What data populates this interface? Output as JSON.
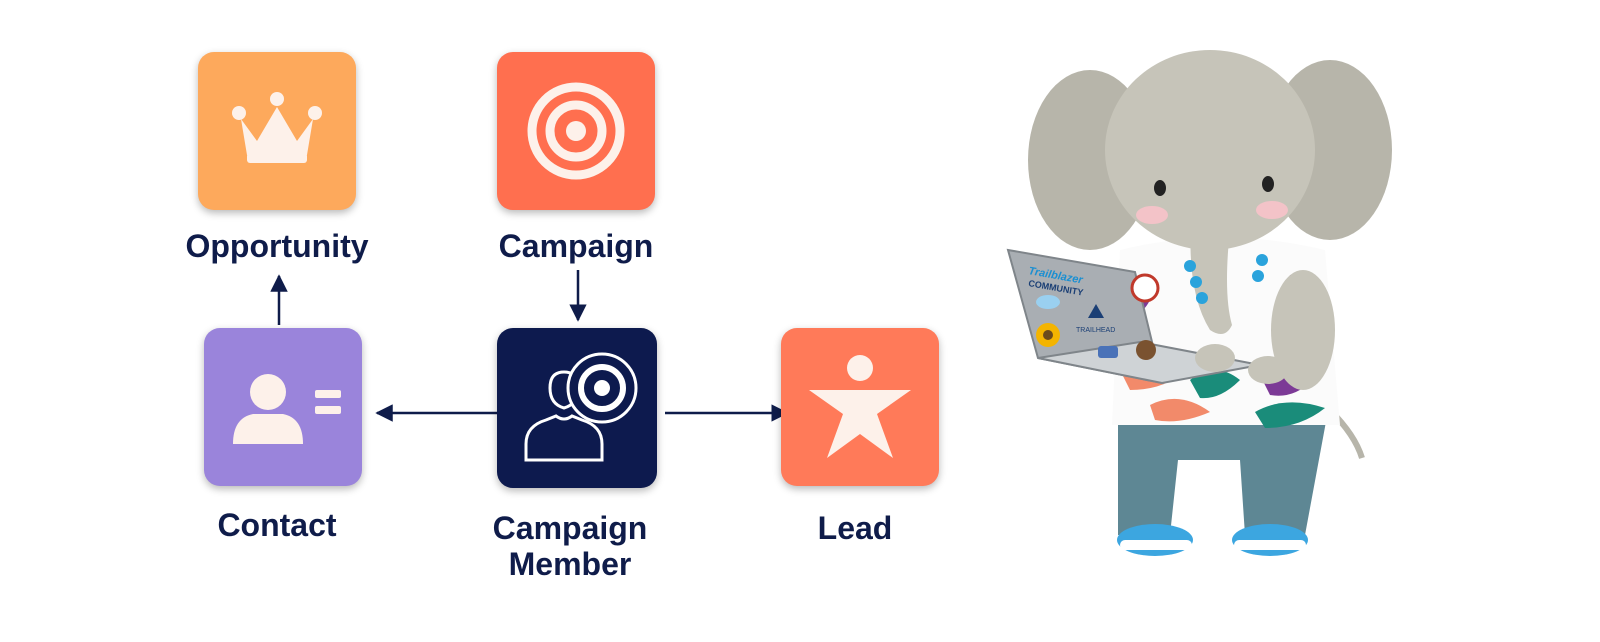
{
  "colors": {
    "opportunity": "#FDA95C",
    "campaign": "#FF6F4F",
    "contact": "#9A84DB",
    "campaign_member": "#0D1A4E",
    "lead": "#FF7A59",
    "label_text": "#0f1c4a",
    "arrow": "#0f1c4a"
  },
  "nodes": {
    "opportunity": {
      "label": "Opportunity",
      "icon": "crown-icon"
    },
    "campaign": {
      "label": "Campaign",
      "icon": "target-icon"
    },
    "contact": {
      "label": "Contact",
      "icon": "contact-card-icon"
    },
    "campaign_member": {
      "label_line1": "Campaign",
      "label_line2": "Member",
      "icon": "campaign-member-icon"
    },
    "lead": {
      "label": "Lead",
      "icon": "lead-person-icon"
    }
  },
  "edges": [
    {
      "from": "contact",
      "to": "opportunity"
    },
    {
      "from": "campaign",
      "to": "campaign_member"
    },
    {
      "from": "campaign_member",
      "to": "contact"
    },
    {
      "from": "campaign_member",
      "to": "lead"
    }
  ],
  "mascot": {
    "icon": "elephant-mascot-icon",
    "laptop_stickers": [
      "Trailblazer COMMUNITY",
      "TRAILHEAD"
    ]
  }
}
